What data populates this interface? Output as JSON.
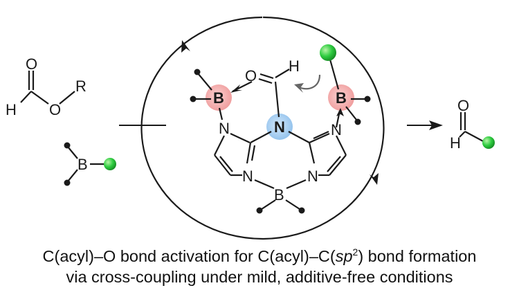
{
  "caption": {
    "line1_pre": "C(acyl)–O bond activation for C(acyl)–C(",
    "line1_sp": "sp",
    "line1_exp": "2",
    "line1_post": ") bond formation",
    "line2": "via cross-coupling under mild, additive-free conditions"
  },
  "atoms": {
    "O": "O",
    "H": "H",
    "R": "R",
    "B": "B",
    "N": "N"
  },
  "colors": {
    "green": "#2ecc40",
    "pink": "#f2a3a3",
    "blue": "#9cc8ef",
    "line": "#1a1a1a",
    "curved_arrow": "#666666"
  }
}
